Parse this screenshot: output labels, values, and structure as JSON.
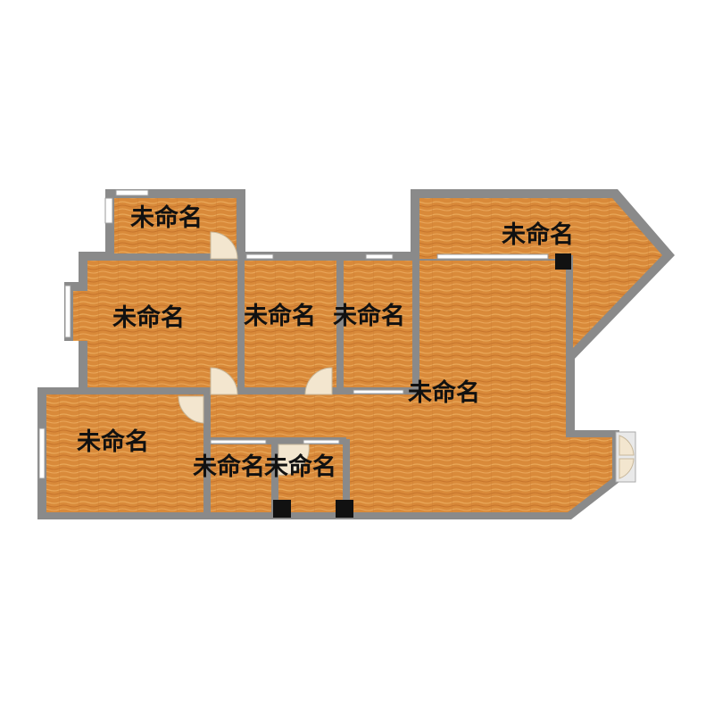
{
  "floorplan": {
    "colors": {
      "floor": "#d98a3a",
      "floor_light": "#e7a14f",
      "floor_dark": "#c0712a",
      "wall": "#8a8a8a",
      "column": "#111111",
      "label": "#111111"
    },
    "rooms": [
      {
        "id": "room-top-small",
        "label": "未命名"
      },
      {
        "id": "room-left-upper",
        "label": "未命名"
      },
      {
        "id": "room-middle-1",
        "label": "未命名"
      },
      {
        "id": "room-middle-2",
        "label": "未命名"
      },
      {
        "id": "room-right-angled",
        "label": "未命名"
      },
      {
        "id": "room-central",
        "label": "未命名"
      },
      {
        "id": "room-left-lower",
        "label": "未命名"
      },
      {
        "id": "room-bottom-1",
        "label": "未命名"
      },
      {
        "id": "room-bottom-2",
        "label": "未命名"
      }
    ]
  }
}
